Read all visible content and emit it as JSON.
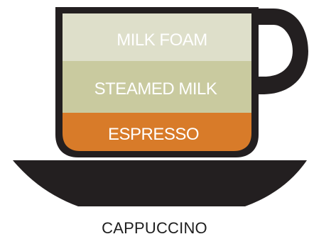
{
  "drink": {
    "name": "CAPPUCCINO"
  },
  "layers": [
    {
      "id": "milk-foam",
      "label": "MILK FOAM",
      "color": "#dedfca"
    },
    {
      "id": "steamed-milk",
      "label": "STEAMED MILK",
      "color": "#c9ca9f"
    },
    {
      "id": "espresso",
      "label": "ESPRESSO",
      "color": "#d87b29"
    }
  ],
  "colors": {
    "cup_outline": "#231f20",
    "saucer": "#231f20",
    "background": "#ffffff"
  }
}
